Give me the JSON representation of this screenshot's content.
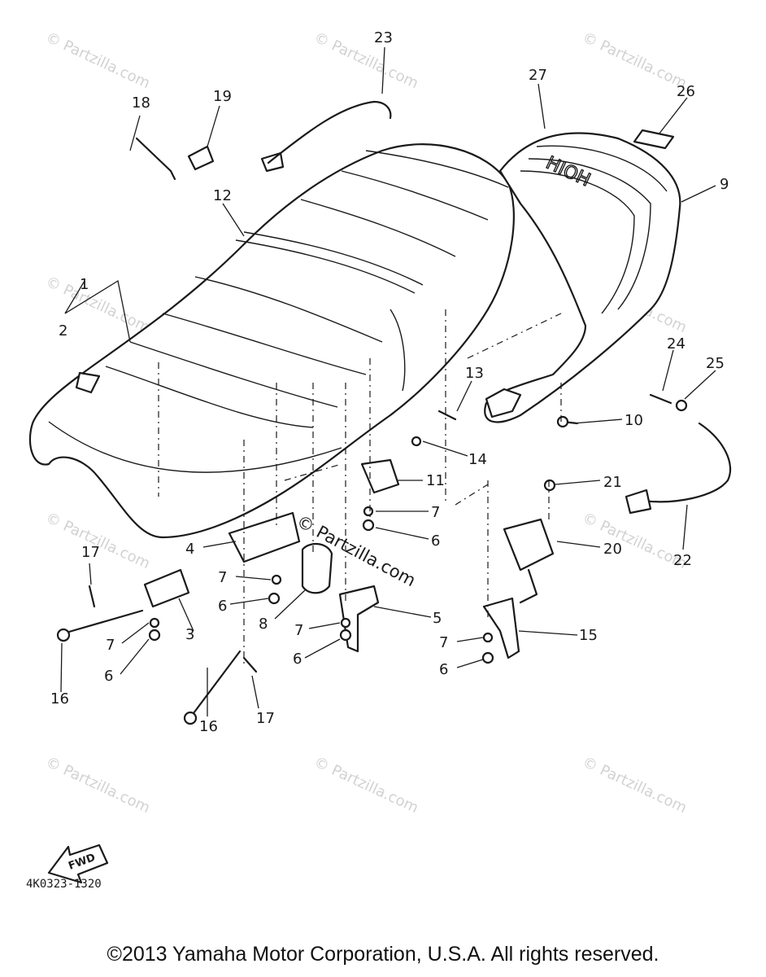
{
  "watermark": "© Partzilla.com",
  "center_watermark": "© Partzilla.com",
  "reference_code": "4K0323-1320",
  "fwd_label": "FWD",
  "seat_emblem_text": "HIOH",
  "copyright": "©2013 Yamaha Motor Corporation, U.S.A. All rights reserved.",
  "callouts": [
    "1",
    "2",
    "3",
    "4",
    "5",
    "6",
    "6",
    "6",
    "6",
    "6",
    "7",
    "7",
    "7",
    "7",
    "7",
    "8",
    "9",
    "10",
    "11",
    "12",
    "13",
    "14",
    "15",
    "16",
    "16",
    "17",
    "17",
    "18",
    "19",
    "20",
    "21",
    "22",
    "23",
    "24",
    "25",
    "26",
    "27"
  ]
}
